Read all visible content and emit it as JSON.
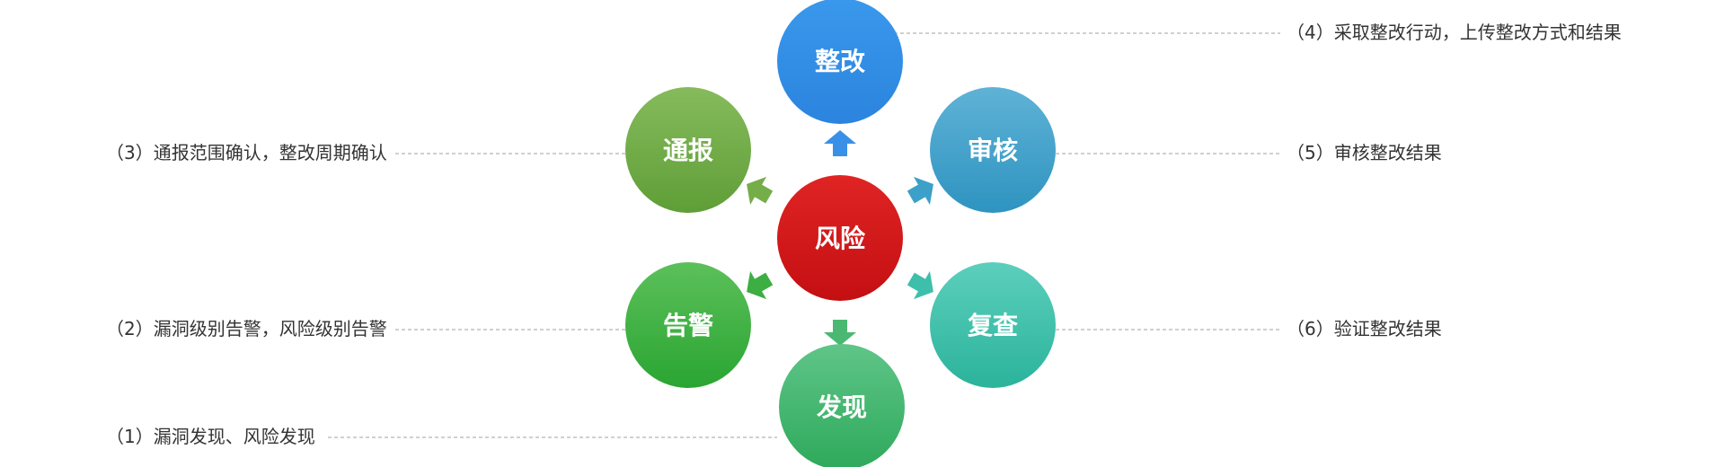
{
  "center": {
    "label": "风险",
    "color_top": "#e02424",
    "color_bottom": "#c40f12"
  },
  "nodes": [
    {
      "key": "rectify",
      "label": "整改",
      "color_top": "#3a98ec",
      "color_bottom": "#2b84de"
    },
    {
      "key": "review",
      "label": "审核",
      "color_top": "#5fb2d6",
      "color_bottom": "#2e94c0"
    },
    {
      "key": "recheck",
      "label": "复查",
      "color_top": "#5ccfbc",
      "color_bottom": "#2bb39c"
    },
    {
      "key": "discover",
      "label": "发现",
      "color_top": "#5fc588",
      "color_bottom": "#2ea95b"
    },
    {
      "key": "alarm",
      "label": "告警",
      "color_top": "#5cc05a",
      "color_bottom": "#2aa532"
    },
    {
      "key": "notify",
      "label": "通报",
      "color_top": "#86bb5c",
      "color_bottom": "#5f9e37"
    }
  ],
  "arrows": [
    {
      "key": "to-rectify",
      "color": "#3a90e6"
    },
    {
      "key": "to-review",
      "color": "#3da0c8"
    },
    {
      "key": "to-recheck",
      "color": "#3dbfab"
    },
    {
      "key": "to-discover",
      "color": "#4bb872"
    },
    {
      "key": "to-alarm",
      "color": "#3dae42"
    },
    {
      "key": "to-notify",
      "color": "#75ad48"
    }
  ],
  "descriptions": {
    "d1": "（1）漏洞发现、风险发现",
    "d2": "（2）漏洞级别告警，风险级别告警",
    "d3": "（3）通报范围确认，整改周期确认",
    "d4": "（4）采取整改行动，上传整改方式和结果",
    "d5": "（5）审核整改结果",
    "d6": "（6）验证整改结果"
  }
}
